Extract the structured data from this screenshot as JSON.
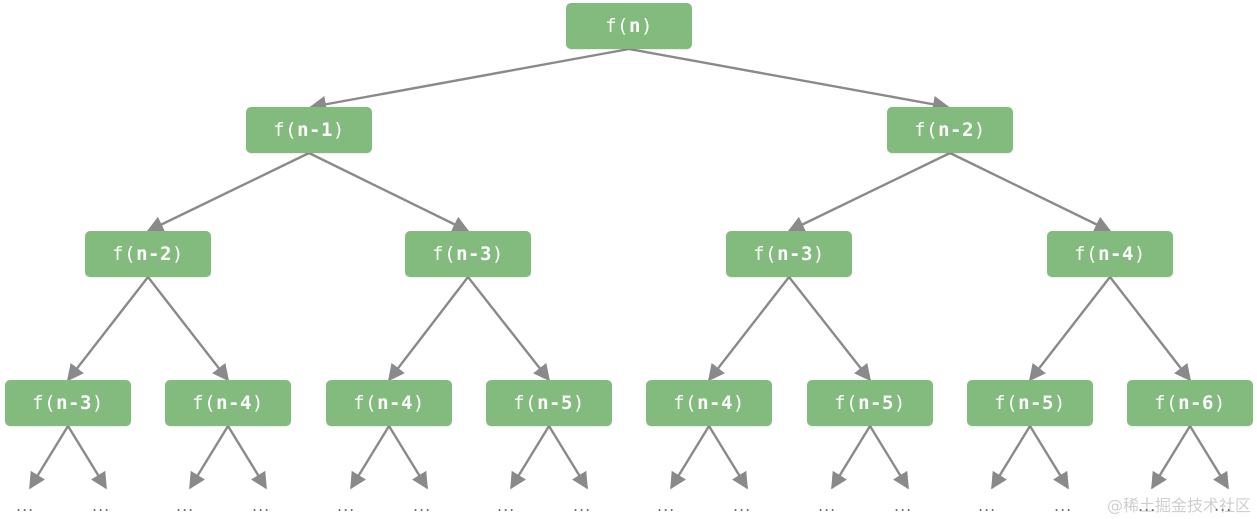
{
  "diagram": {
    "root": {
      "fn": "f",
      "arg": "n"
    },
    "level1": [
      {
        "fn": "f",
        "arg": "n-1"
      },
      {
        "fn": "f",
        "arg": "n-2"
      }
    ],
    "level2": [
      {
        "fn": "f",
        "arg": "n-2"
      },
      {
        "fn": "f",
        "arg": "n-3"
      },
      {
        "fn": "f",
        "arg": "n-3"
      },
      {
        "fn": "f",
        "arg": "n-4"
      }
    ],
    "level3": [
      {
        "fn": "f",
        "arg": "n-3"
      },
      {
        "fn": "f",
        "arg": "n-4"
      },
      {
        "fn": "f",
        "arg": "n-4"
      },
      {
        "fn": "f",
        "arg": "n-5"
      },
      {
        "fn": "f",
        "arg": "n-4"
      },
      {
        "fn": "f",
        "arg": "n-5"
      },
      {
        "fn": "f",
        "arg": "n-5"
      },
      {
        "fn": "f",
        "arg": "n-6"
      }
    ],
    "continuation": "..."
  },
  "watermark": "@稀土掘金技术社区",
  "colors": {
    "node_fill": "#83bb7e",
    "edge": "#8a8a8a",
    "text": "#ffffff"
  }
}
